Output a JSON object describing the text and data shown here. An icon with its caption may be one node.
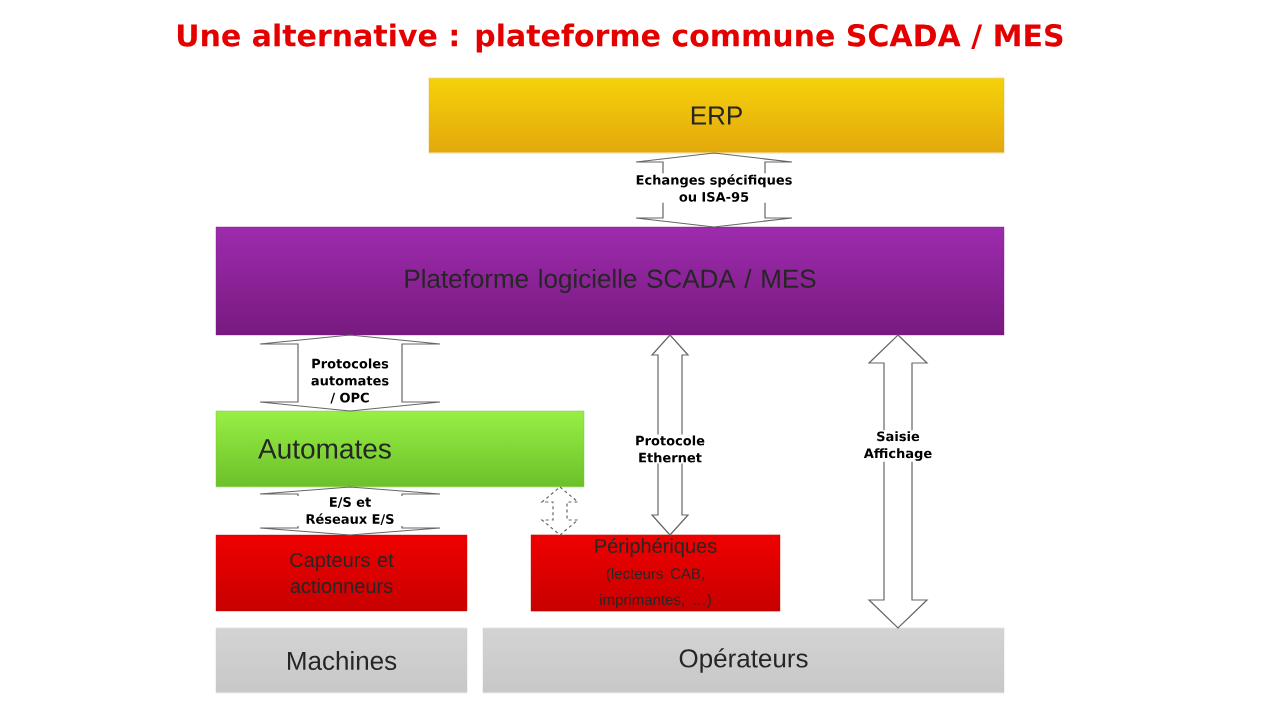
{
  "diagram": {
    "title": "Une alternative : plateforme commune SCADA / MES",
    "nodes": [
      {
        "text": [
          "ERP"
        ]
      },
      {
        "text": [
          "Plateforme logicielle SCADA / MES"
        ]
      },
      {
        "text": [
          "Automates"
        ]
      },
      {
        "text": [
          "Capteurs et actionneurs"
        ]
      },
      {
        "text": [
          "Périphériques",
          "(lecteurs CAB, imprimantes, …)"
        ]
      },
      {
        "text": [
          "Machines"
        ]
      },
      {
        "text": [
          "Opérateurs"
        ]
      }
    ],
    "edges": [
      {
        "from": 0,
        "to": 1,
        "arrow": "both",
        "label": "Echanges spécifiques ou ISA-95"
      },
      {
        "from": 1,
        "to": 2,
        "arrow": "both",
        "label": "Protocoles automates / OPC"
      },
      {
        "from": 2,
        "to": 3,
        "arrow": "both",
        "label": "E/S et Réseaux E/S"
      },
      {
        "from": 2,
        "to": 4,
        "arrow": "both",
        "style": "dashed"
      },
      {
        "from": 1,
        "to": 4,
        "arrow": "both",
        "label": "Protocole Ethernet"
      },
      {
        "from": 1,
        "to": 6,
        "arrow": "both",
        "label": "Saisie Affichage"
      }
    ]
  }
}
